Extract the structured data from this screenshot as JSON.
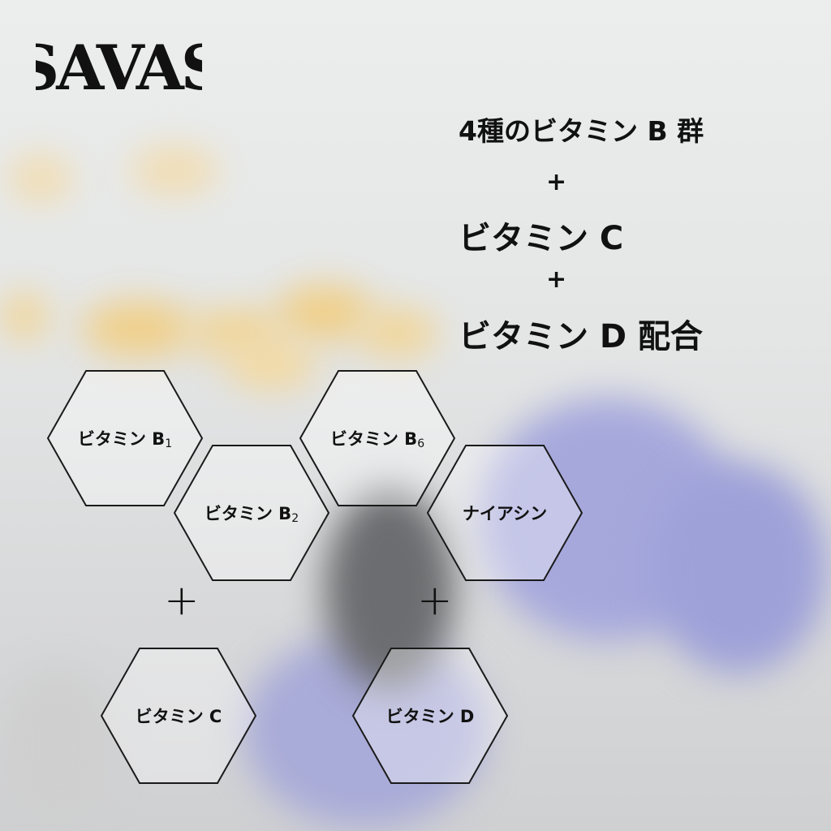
{
  "brand": {
    "logo_text": "SAVAS"
  },
  "headline": {
    "line1": "4種のビタミン B 群",
    "plus1": "+",
    "line2": "ビタミン C",
    "plus2": "+",
    "line3": "ビタミン D 配合"
  },
  "hexagons": [
    {
      "label": "ビタミン B",
      "sub": "1"
    },
    {
      "label": "ビタミン B",
      "sub": "2"
    },
    {
      "label": "ビタミン B",
      "sub": "6"
    },
    {
      "label": "ナイアシン",
      "sub": ""
    },
    {
      "label": "ビタミン C",
      "sub": ""
    },
    {
      "label": "ビタミン D",
      "sub": ""
    }
  ],
  "plus_signs": [
    "+",
    "+"
  ],
  "colors": {
    "text": "#111111",
    "hex_stroke": "#1a1a1a",
    "glove": "#6f73c8",
    "bottle_cap": "#e9b64a"
  }
}
